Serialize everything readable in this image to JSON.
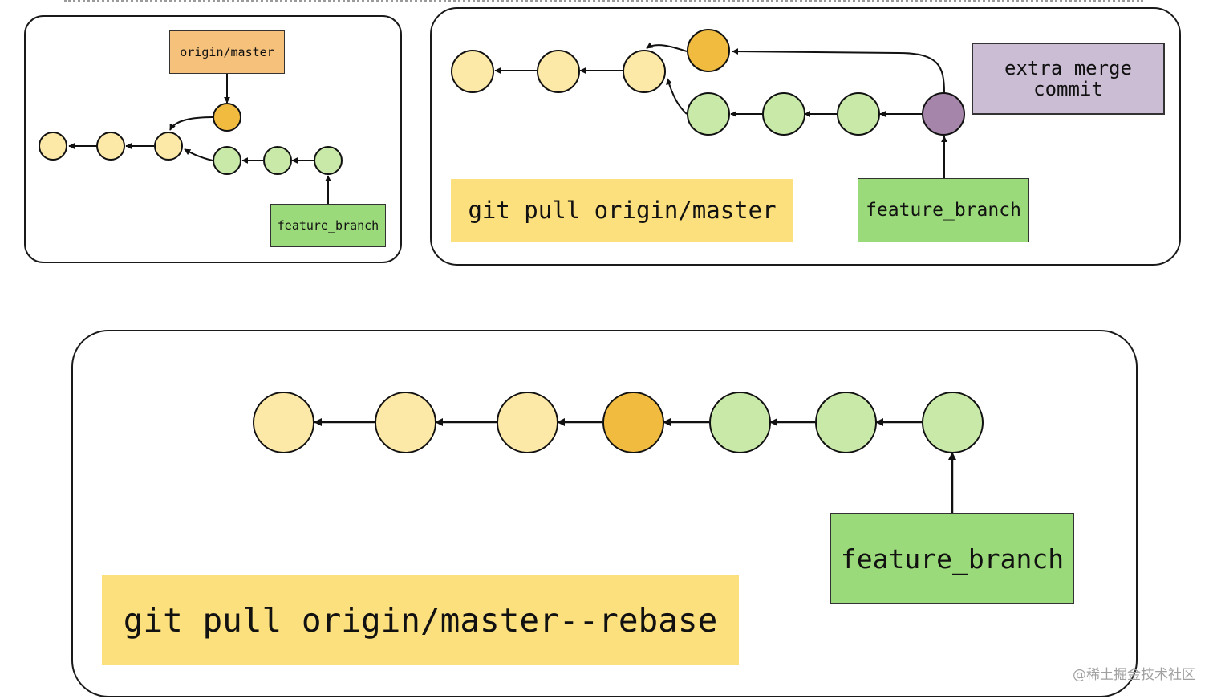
{
  "panel_merge_before": {
    "remote_label": "origin/master",
    "branch_label": "feature_branch"
  },
  "panel_merge_after": {
    "command": "git pull origin/master",
    "merge_label": "extra merge\ncommit",
    "branch_label": "feature_branch"
  },
  "panel_rebase": {
    "command": "git pull origin/master--rebase",
    "branch_label": "feature_branch"
  },
  "watermark": "@稀土掘金技术社区",
  "colors": {
    "master_commit": "#fde9a7",
    "remote_commit": "#f1bb40",
    "feature_commit": "#c9e9a9",
    "merge_commit": "#a585a9",
    "command_bg": "#fbe07d",
    "branch_bg": "#9bda7a",
    "remote_bg": "#f6c27b",
    "merge_bg": "#cbbdd4"
  }
}
